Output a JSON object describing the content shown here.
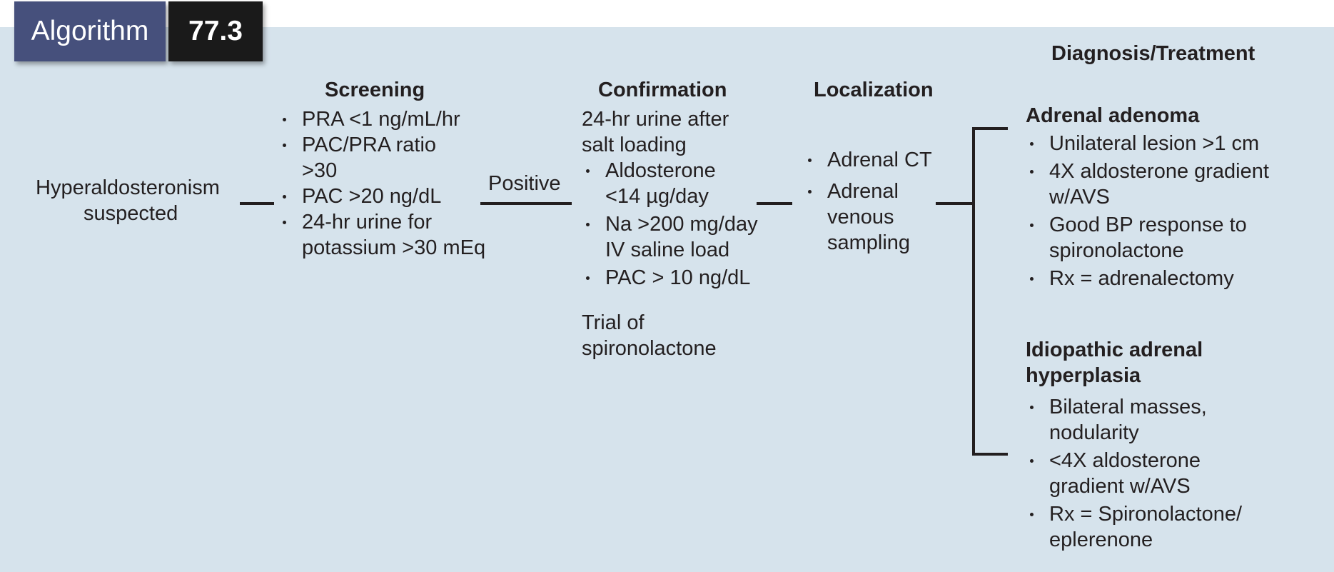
{
  "header": {
    "label": "Algorithm",
    "number": "77.3"
  },
  "start": {
    "lines": [
      "Hyperaldosteronism",
      "suspected"
    ]
  },
  "screening": {
    "heading": "Screening",
    "items": [
      [
        "PRA <1 ng/mL/hr"
      ],
      [
        "PAC/PRA ratio",
        ">30"
      ],
      [
        "PAC >20 ng/dL"
      ],
      [
        "24-hr urine for",
        "potassium >30 mEq"
      ]
    ]
  },
  "edge_label": "Positive",
  "confirmation": {
    "heading": "Confirmation",
    "intro": [
      "24-hr urine after",
      "salt loading"
    ],
    "items": [
      [
        "Aldosterone",
        "<14 µg/day"
      ],
      [
        "Na >200 mg/day",
        "IV saline load"
      ],
      [
        "PAC > 10 ng/dL"
      ]
    ],
    "outro": [
      "Trial of",
      "spironolactone"
    ]
  },
  "localization": {
    "heading": "Localization",
    "items": [
      [
        "Adrenal CT"
      ],
      [
        "Adrenal",
        "venous",
        "sampling"
      ]
    ]
  },
  "diagnosis": {
    "heading": "Diagnosis/Treatment",
    "adenoma": {
      "title": "Adrenal adenoma",
      "items": [
        [
          "Unilateral lesion >1 cm"
        ],
        [
          "4X aldosterone gradient",
          "w/AVS"
        ],
        [
          "Good BP response to",
          "spironolactone"
        ],
        [
          "Rx = adrenalectomy"
        ]
      ]
    },
    "hyperplasia": {
      "title": [
        "Idiopathic adrenal",
        "hyperplasia"
      ],
      "items": [
        [
          "Bilateral masses,",
          "nodularity"
        ],
        [
          "<4X aldosterone",
          "gradient w/AVS"
        ],
        [
          "Rx = Spironolactone/",
          "eplerenone"
        ]
      ]
    }
  }
}
